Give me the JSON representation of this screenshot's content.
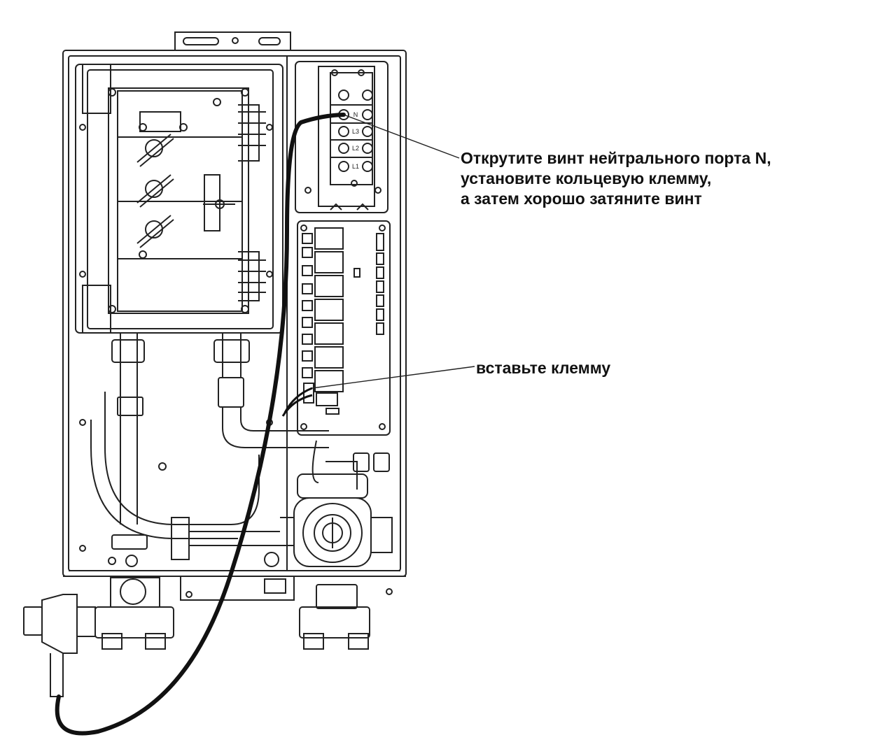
{
  "callouts": {
    "neutral_port": {
      "lines": [
        "Открутите винт нейтрального порта N,",
        "установите кольцевую клемму,",
        "а затем хорошо затяните винт"
      ]
    },
    "insert_terminal": {
      "text": "вставьте клемму"
    }
  },
  "terminal_block": {
    "labels": [
      "N",
      "L3",
      "L2",
      "L1"
    ]
  },
  "colors": {
    "line": "#222222",
    "cable": "#111111",
    "background": "#ffffff"
  }
}
